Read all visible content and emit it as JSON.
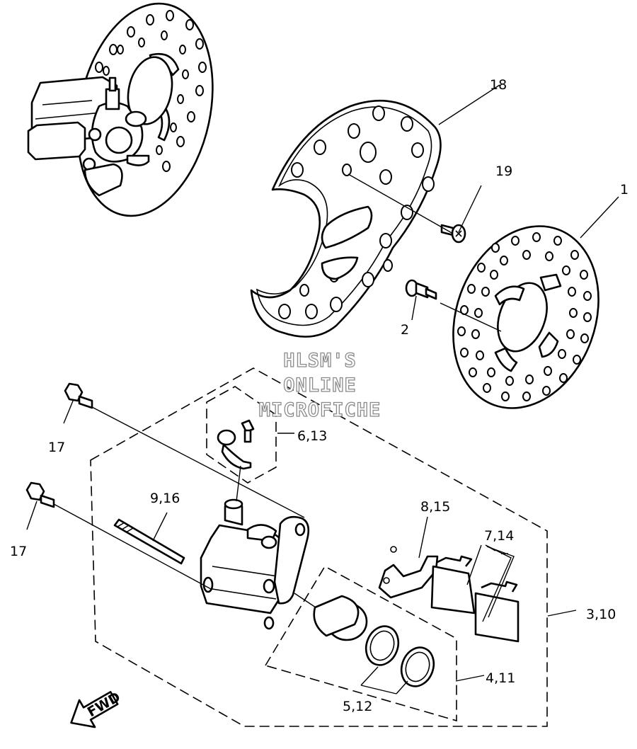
{
  "watermark": {
    "line1": "HLSM'S",
    "line2": "ONLINE",
    "line3": "MICROFICHE"
  },
  "labels": {
    "disc": "1",
    "disc_bolt": "2",
    "caliper_assy": "3,10",
    "seal_kit": "4,11",
    "piston_seal": "5,12",
    "bleed_screw": "6,13",
    "pad_kit": "7,14",
    "pad_support": "8,15",
    "pin": "9,16",
    "bolt_upper": "17",
    "bolt_lower": "17",
    "disc_guard": "18",
    "guard_screw": "19"
  },
  "direction_marker": "FWD"
}
